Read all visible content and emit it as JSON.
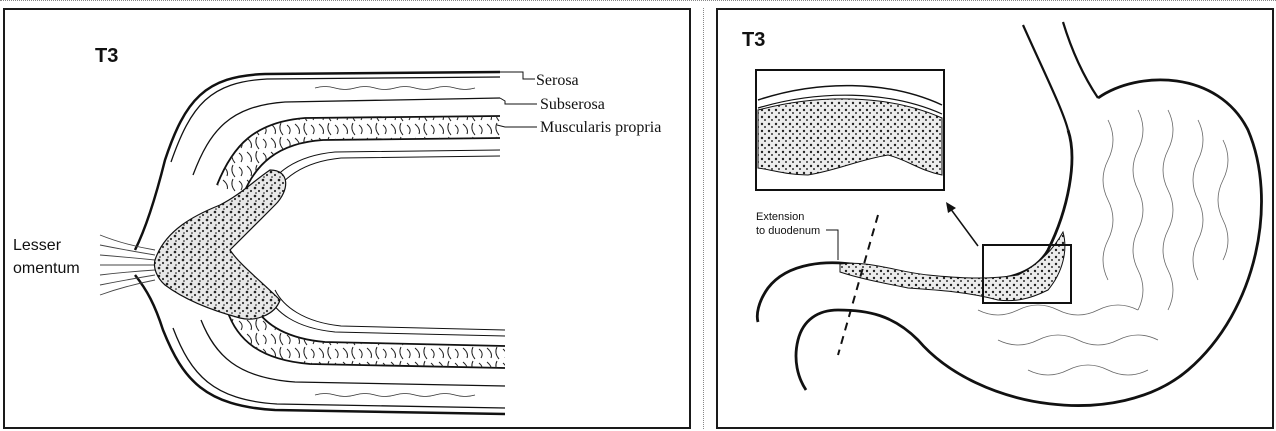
{
  "left_panel": {
    "stage_label": "T3",
    "layers": [
      "Serosa",
      "Subserosa",
      "Muscularis propria"
    ],
    "lesser_omentum_line1": "Lesser",
    "lesser_omentum_line2": "omentum"
  },
  "right_panel": {
    "stage_label": "T3",
    "extension_line1": "Extension",
    "extension_line2": "to duodenum"
  }
}
